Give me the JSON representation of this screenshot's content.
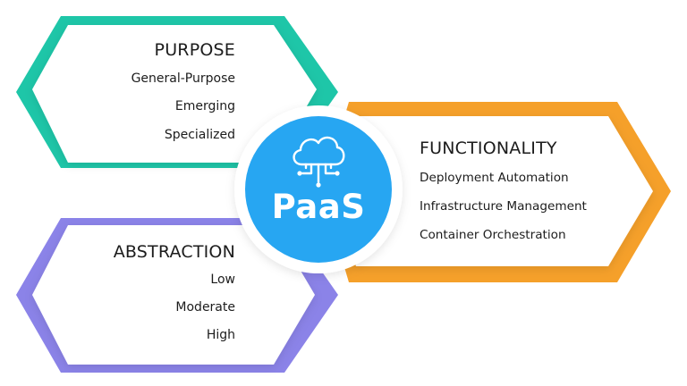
{
  "colors": {
    "purpose": "#1ec6a8",
    "abstraction": "#8b83e8",
    "functionality": "#f5a02a",
    "center": "#27a6f2",
    "text": "#1c1c1c"
  },
  "center": {
    "label": "PaaS",
    "icon": "cloud-circuit-icon"
  },
  "purpose": {
    "title": "PURPOSE",
    "items": [
      "General-Purpose",
      "Emerging",
      "Specialized"
    ]
  },
  "abstraction": {
    "title": "ABSTRACTION",
    "items": [
      "Low",
      "Moderate",
      "High"
    ]
  },
  "functionality": {
    "title": "FUNCTIONALITY",
    "items": [
      "Deployment Automation",
      "Infrastructure Management",
      "Container Orchestration"
    ]
  }
}
